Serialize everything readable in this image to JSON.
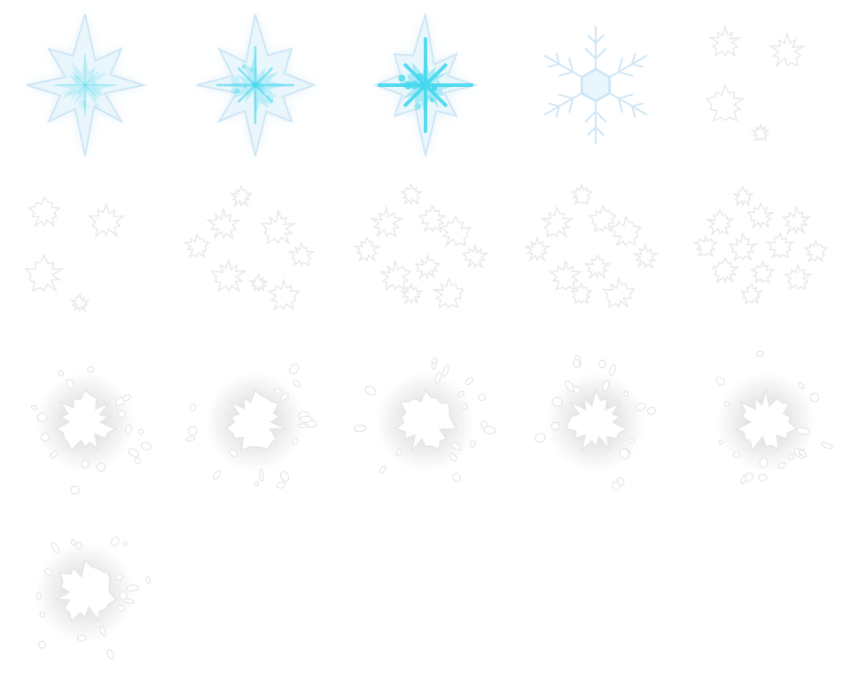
{
  "sprite_sheet": {
    "grid": {
      "columns": 5,
      "rows": 4
    },
    "frame_count": 16,
    "colors": {
      "ice_outline": "#cfe6f5",
      "ice_fill": "#e9f6fc",
      "ice_core": "#46d8ee",
      "ice_core_light": "#9de8f5",
      "snow_outline": "#e6e6e6",
      "snow_fill": "#ffffff",
      "mist": "#d0d0d0"
    },
    "frames": [
      {
        "type": "ice-star",
        "core_intensity": 0.15
      },
      {
        "type": "ice-star",
        "core_intensity": 0.55
      },
      {
        "type": "ice-star",
        "core_intensity": 1.0
      },
      {
        "type": "snowflake"
      },
      {
        "type": "snow-cluster",
        "count": 4
      },
      {
        "type": "snow-cluster",
        "count": 4
      },
      {
        "type": "snow-cluster",
        "count": 8
      },
      {
        "type": "snow-cluster",
        "count": 10
      },
      {
        "type": "snow-cluster",
        "count": 10
      },
      {
        "type": "snow-cluster",
        "count": 12
      },
      {
        "type": "splash"
      },
      {
        "type": "splash"
      },
      {
        "type": "splash"
      },
      {
        "type": "splash"
      },
      {
        "type": "splash"
      },
      {
        "type": "splash"
      }
    ]
  }
}
